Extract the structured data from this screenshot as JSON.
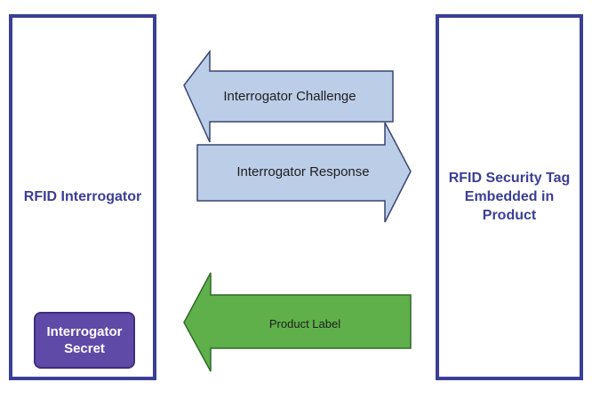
{
  "interrogator": {
    "title": "RFID Interrogator",
    "secret_label": "Interrogator Secret"
  },
  "tag": {
    "title": "RFID Security Tag Embedded in Product"
  },
  "arrows": {
    "challenge": "Interrogator Challenge",
    "response": "Interrogator Response",
    "product_label": "Product Label"
  },
  "colors": {
    "box_border": "#3b3e96",
    "secret_fill": "#5f4aa8",
    "blue_arrow_fill": "#bccde8",
    "blue_arrow_stroke": "#3a4570",
    "green_arrow_fill": "#5fb04b",
    "green_arrow_stroke": "#2f6a27"
  }
}
